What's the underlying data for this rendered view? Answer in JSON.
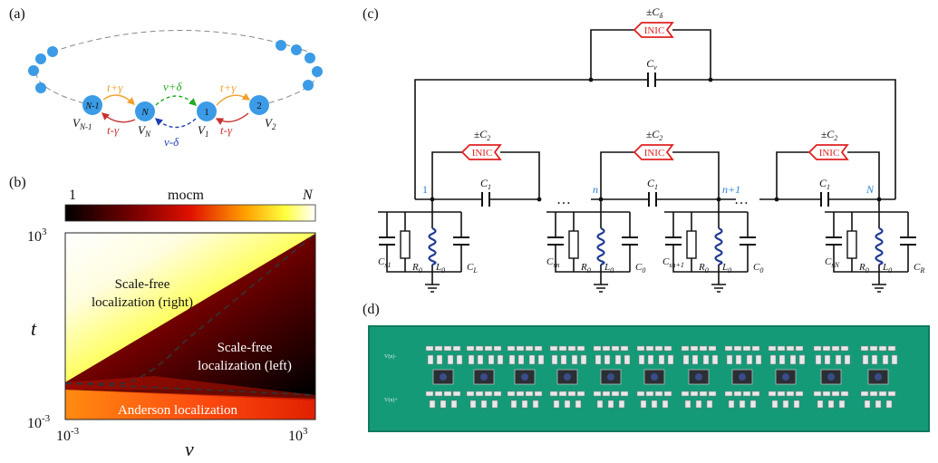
{
  "panels": {
    "a": "(a)",
    "b": "(b)",
    "c": "(c)",
    "d": "(d)"
  },
  "panel_a": {
    "colors": {
      "node": "#3b9be6",
      "orange": "#f0a030",
      "green": "#22aa22",
      "blue": "#1c3fb0",
      "red": "#c83232"
    },
    "nodes": [
      "N-1",
      "N",
      "1",
      "2"
    ],
    "site_labels": [
      "V",
      "N-1",
      "V",
      "N",
      "V",
      "1",
      "V",
      "2"
    ],
    "hop": {
      "t_plus": "t+γ",
      "t_minus": "t-γ",
      "v_plus": "v+δ",
      "v_minus": "v-δ"
    }
  },
  "panel_b": {
    "colorbar": {
      "left": "1",
      "title": "mocm",
      "right": "N"
    },
    "ylabel": "t",
    "xlabel": "v",
    "x_ticks": [
      "10",
      "-3",
      "10",
      "3"
    ],
    "y_ticks": [
      "10",
      "3",
      "10",
      "-3"
    ],
    "regions": {
      "scale_free_right_1": "Scale-free",
      "scale_free_right_2": "localization (right)",
      "scale_free_left_1": "Scale-free",
      "scale_free_left_2": "localization (left)",
      "anderson": "Anderson localization"
    }
  },
  "chart_data": {
    "type": "heatmap",
    "xlabel": "v",
    "ylabel": "t",
    "xscale": "log",
    "yscale": "log",
    "xlim": [
      0.001,
      1000
    ],
    "ylim": [
      0.001,
      1000
    ],
    "colorbar": {
      "min": "1",
      "max": "N",
      "title": "mocm"
    },
    "regions": [
      "Scale-free localization (right)",
      "Scale-free localization (left)",
      "Anderson localization"
    ]
  },
  "panel_c": {
    "inic_label": "INIC",
    "top_cap": {
      "pm": "±C",
      "sub": "δ"
    },
    "cv": {
      "main": "C",
      "sub": "v"
    },
    "c2": {
      "pm": "±C",
      "sub": "2"
    },
    "c1": {
      "main": "C",
      "sub": "1"
    },
    "node_labels": [
      "1",
      "n",
      "n+1",
      "N"
    ],
    "dots": "…",
    "units": [
      {
        "cs_main": "C",
        "cs_sub": "s1",
        "r": "R",
        "r_sub": "0",
        "l": "L",
        "l_sub": "0",
        "c": "C",
        "c_sub": "L"
      },
      {
        "cs_main": "C",
        "cs_sub": "sn",
        "r": "R",
        "r_sub": "0",
        "l": "L",
        "l_sub": "0",
        "c": "C",
        "c_sub": "0"
      },
      {
        "cs_main": "C",
        "cs_sub": "sn+1",
        "r": "R",
        "r_sub": "0",
        "l": "L",
        "l_sub": "0",
        "c": "C",
        "c_sub": "0"
      },
      {
        "cs_main": "C",
        "cs_sub": "sN",
        "r": "R",
        "r_sub": "0",
        "l": "L",
        "l_sub": "0",
        "c": "C",
        "c_sub": "R"
      }
    ],
    "colors": {
      "node_label": "#2a7fd4",
      "inic": "#e02020",
      "inductor": "#1f3a93"
    }
  },
  "panel_d": {
    "board_color": "#159a78",
    "silk_labels": [
      "V(n)-",
      "V(n)+"
    ]
  }
}
